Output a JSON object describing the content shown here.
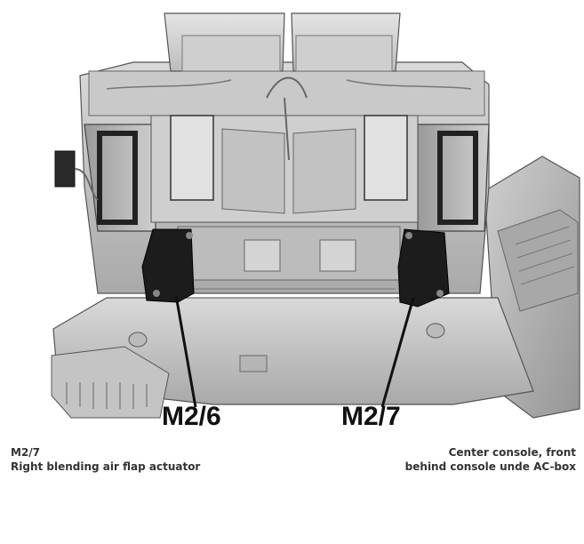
{
  "callouts": {
    "left": "M2/6",
    "right": "M2/7"
  },
  "caption_left": {
    "line1": "M2/7",
    "line2": "Right blending air flap actuator"
  },
  "caption_right": {
    "line1": "Center console, front",
    "line2": "behind console unde AC-box"
  },
  "colors": {
    "housing_light": "#d4d4d4",
    "housing_mid": "#b9b9b9",
    "housing_dark": "#8c8c8c",
    "actuator": "#1a1a1a",
    "text": "#111111"
  }
}
